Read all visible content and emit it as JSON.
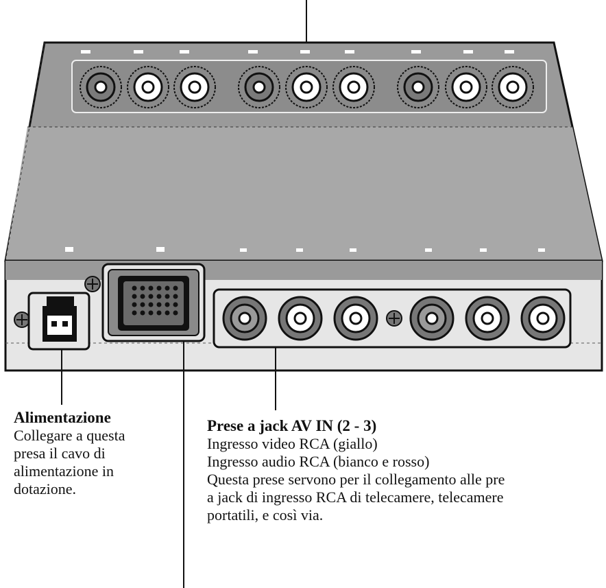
{
  "labels": {
    "power": {
      "title": "Alimentazione",
      "lines": [
        "Collegare a questa",
        "presa il cavo di",
        "alimentazione in",
        "dotazione."
      ]
    },
    "av_in": {
      "title": "Prese a jack AV IN (2 - 3)",
      "lines": [
        "Ingresso video RCA (giallo)",
        "Ingresso audio RCA (bianco e rosso)",
        "Questa prese servono per il collegamento alle pre",
        "a jack di ingresso RCA di telecamere, telecamere",
        "portatili, e così via."
      ]
    }
  },
  "colors": {
    "panel_dark": "#8a8a8a",
    "panel_mid": "#a9a9a9",
    "panel_light": "#d6d6d6",
    "front_face": "#e4e4e4",
    "outline": "#111111",
    "jack_white": "#ffffff",
    "jack_grey": "#7a7a7a"
  }
}
